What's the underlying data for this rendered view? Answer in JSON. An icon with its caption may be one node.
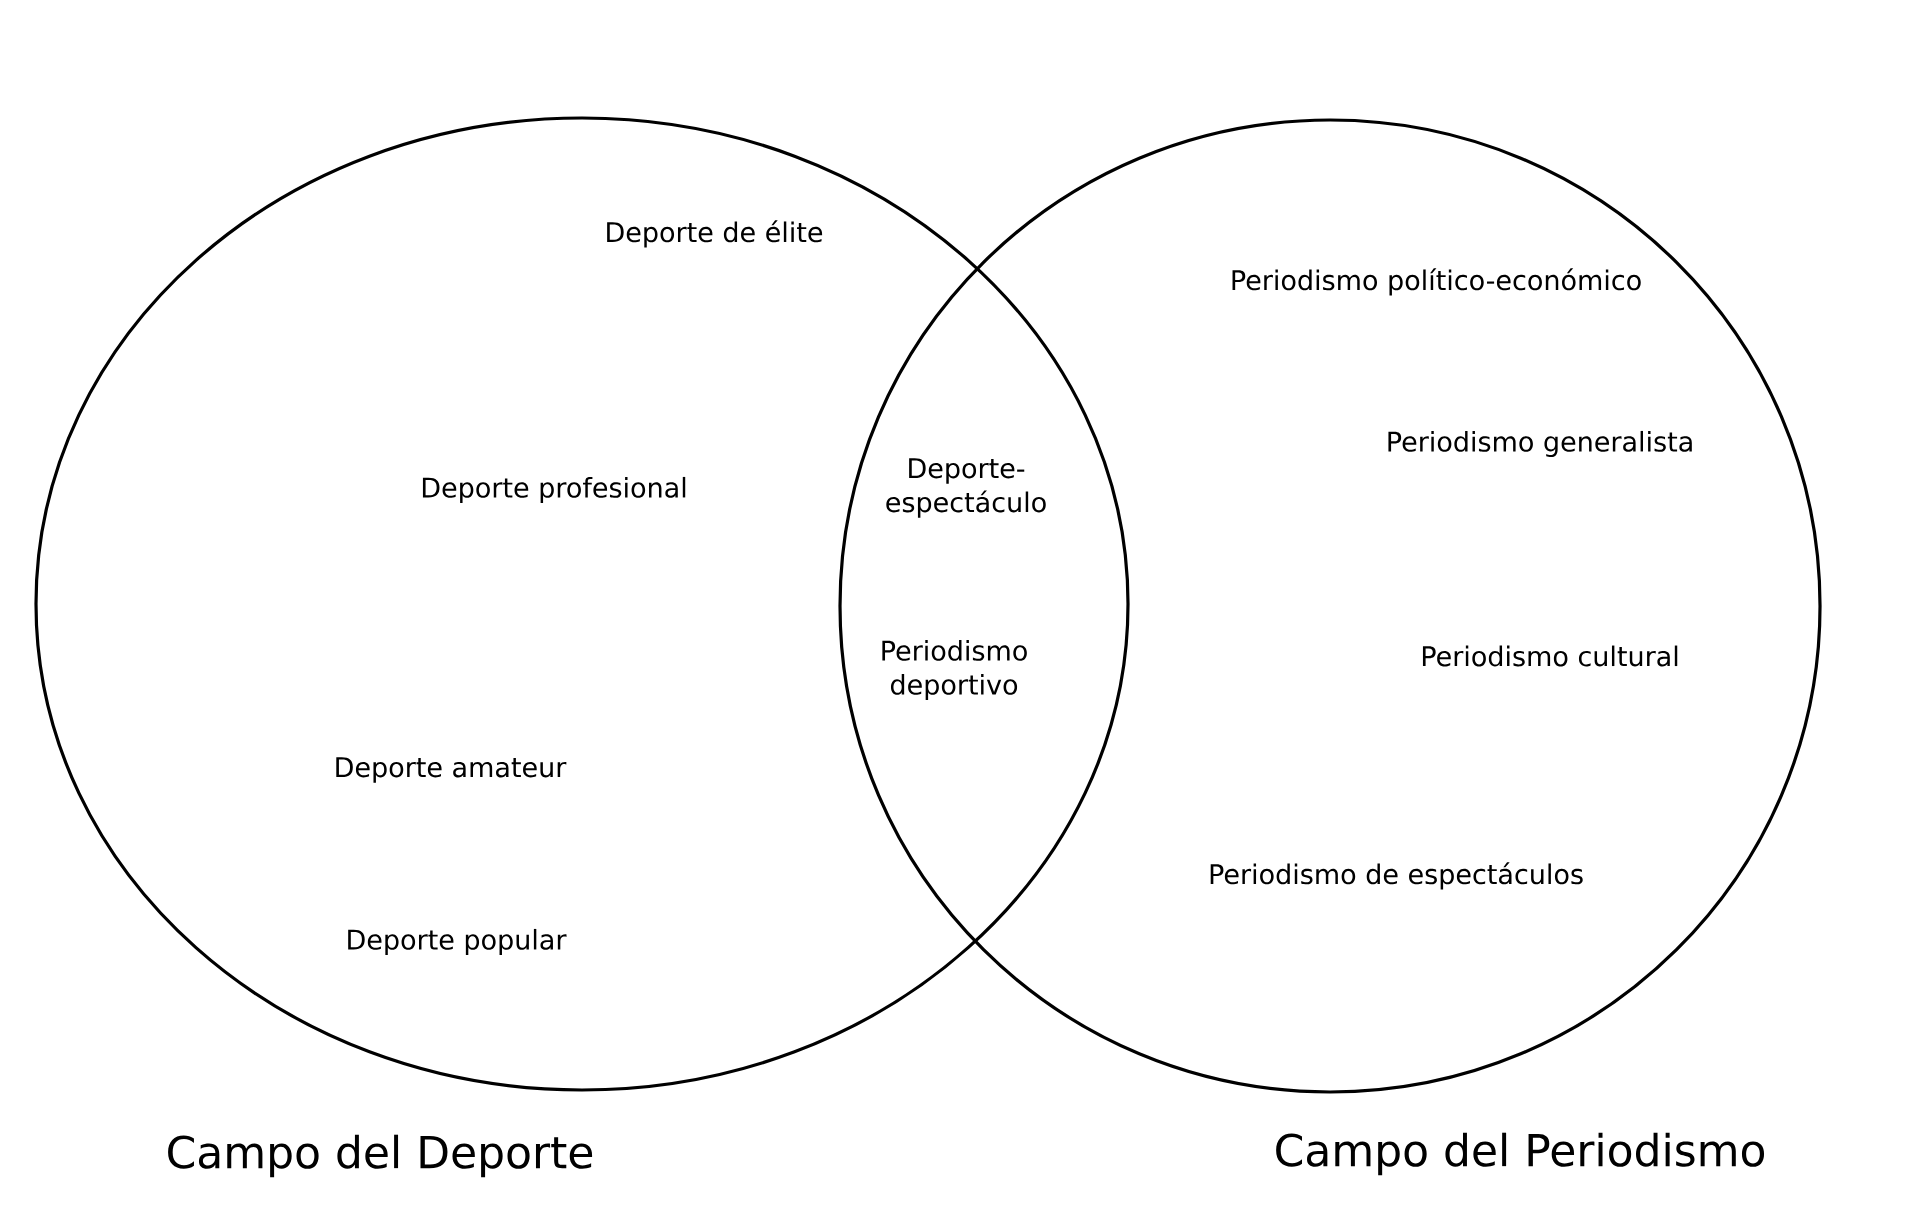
{
  "diagram": {
    "nodes": [
      {
        "text": [
          "Deporte de élite",
          "Deporte profesional",
          "Deporte amateur",
          "Deporte popular",
          "Campo del Deporte"
        ]
      },
      {
        "text": [
          "Periodismo político-económico",
          "Periodismo generalista",
          "Periodismo cultural",
          "Periodismo de espectáculos",
          "Campo del Periodismo"
        ]
      }
    ],
    "labels": [
      "Deporte-espectáculo",
      "Periodismo deportivo"
    ]
  }
}
